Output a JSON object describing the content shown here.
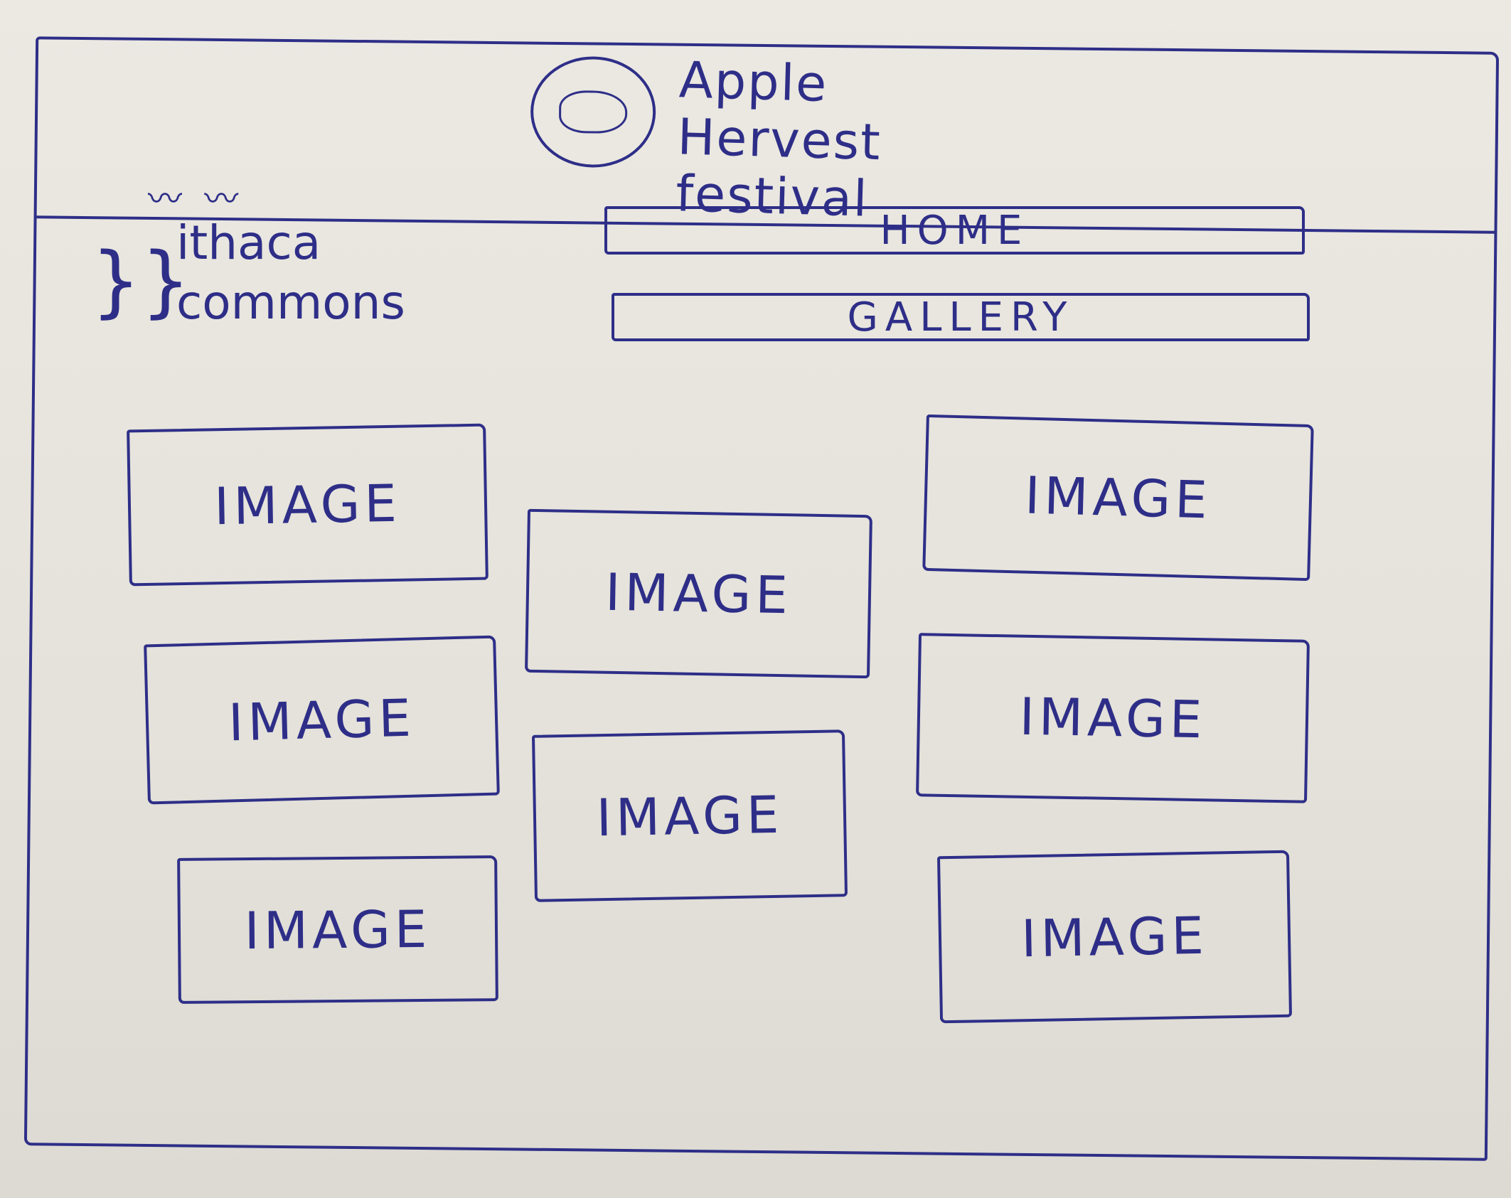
{
  "header": {
    "title_lines": [
      "Apple",
      "Hervest",
      "festival"
    ],
    "logo_icon": "apple-logo-icon"
  },
  "brand": {
    "line1": "ithaca",
    "line2": "commons"
  },
  "nav": {
    "home_label": "HOME",
    "gallery_label": "GALLERY"
  },
  "gallery": {
    "images": [
      {
        "label": "IMAGE"
      },
      {
        "label": "IMAGE"
      },
      {
        "label": "IMAGE"
      },
      {
        "label": "IMAGE"
      },
      {
        "label": "IMAGE"
      },
      {
        "label": "IMAGE"
      },
      {
        "label": "IMAGE"
      },
      {
        "label": "IMAGE"
      }
    ]
  },
  "colors": {
    "ink": "#2e2e88",
    "paper": "#e6e4dc"
  }
}
